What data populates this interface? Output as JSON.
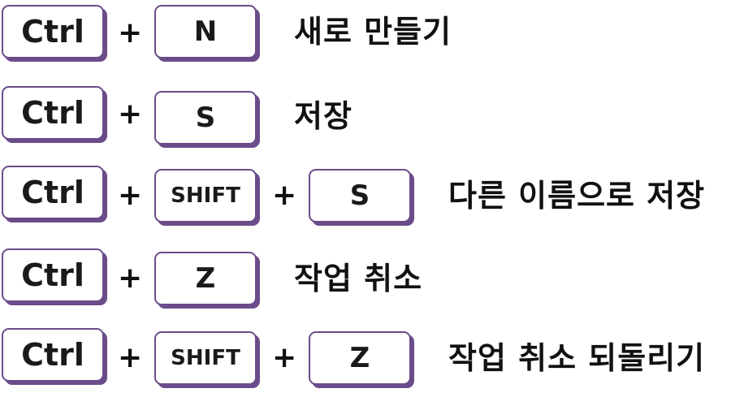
{
  "shortcuts": [
    {
      "keys": [
        "Ctrl",
        "N"
      ],
      "action": "새로 만들기"
    },
    {
      "keys": [
        "Ctrl",
        "S"
      ],
      "action": "저장"
    },
    {
      "keys": [
        "Ctrl",
        "SHIFT",
        "S"
      ],
      "action": "다른 이름으로 저장"
    },
    {
      "keys": [
        "Ctrl",
        "Z"
      ],
      "action": "작업 취소"
    },
    {
      "keys": [
        "Ctrl",
        "SHIFT",
        "Z"
      ],
      "action": "작업 취소 되돌리기"
    }
  ],
  "separator": "+",
  "colors": {
    "key_border": "#6b4c8a",
    "text": "#111111",
    "background": "#ffffff"
  }
}
